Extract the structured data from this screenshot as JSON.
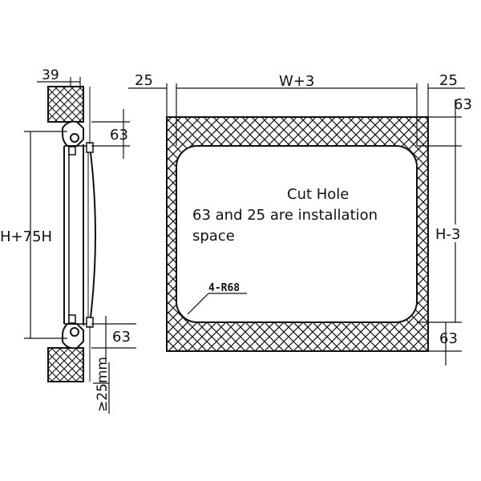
{
  "diagram": {
    "side_view": {
      "top_width": "39",
      "height": "H+75H",
      "top_offset": "63",
      "bottom_offset": "63",
      "min_clearance": "≥25mm"
    },
    "front_view": {
      "width": "W+3",
      "left_margin": "25",
      "right_margin": "25",
      "top_right_offset": "63",
      "height": "H-3",
      "bottom_right_offset": "63",
      "title": "Cut Hole",
      "note_line1": "63 and 25 are installation",
      "note_line2": "space",
      "radius_label": "4-R68"
    }
  }
}
